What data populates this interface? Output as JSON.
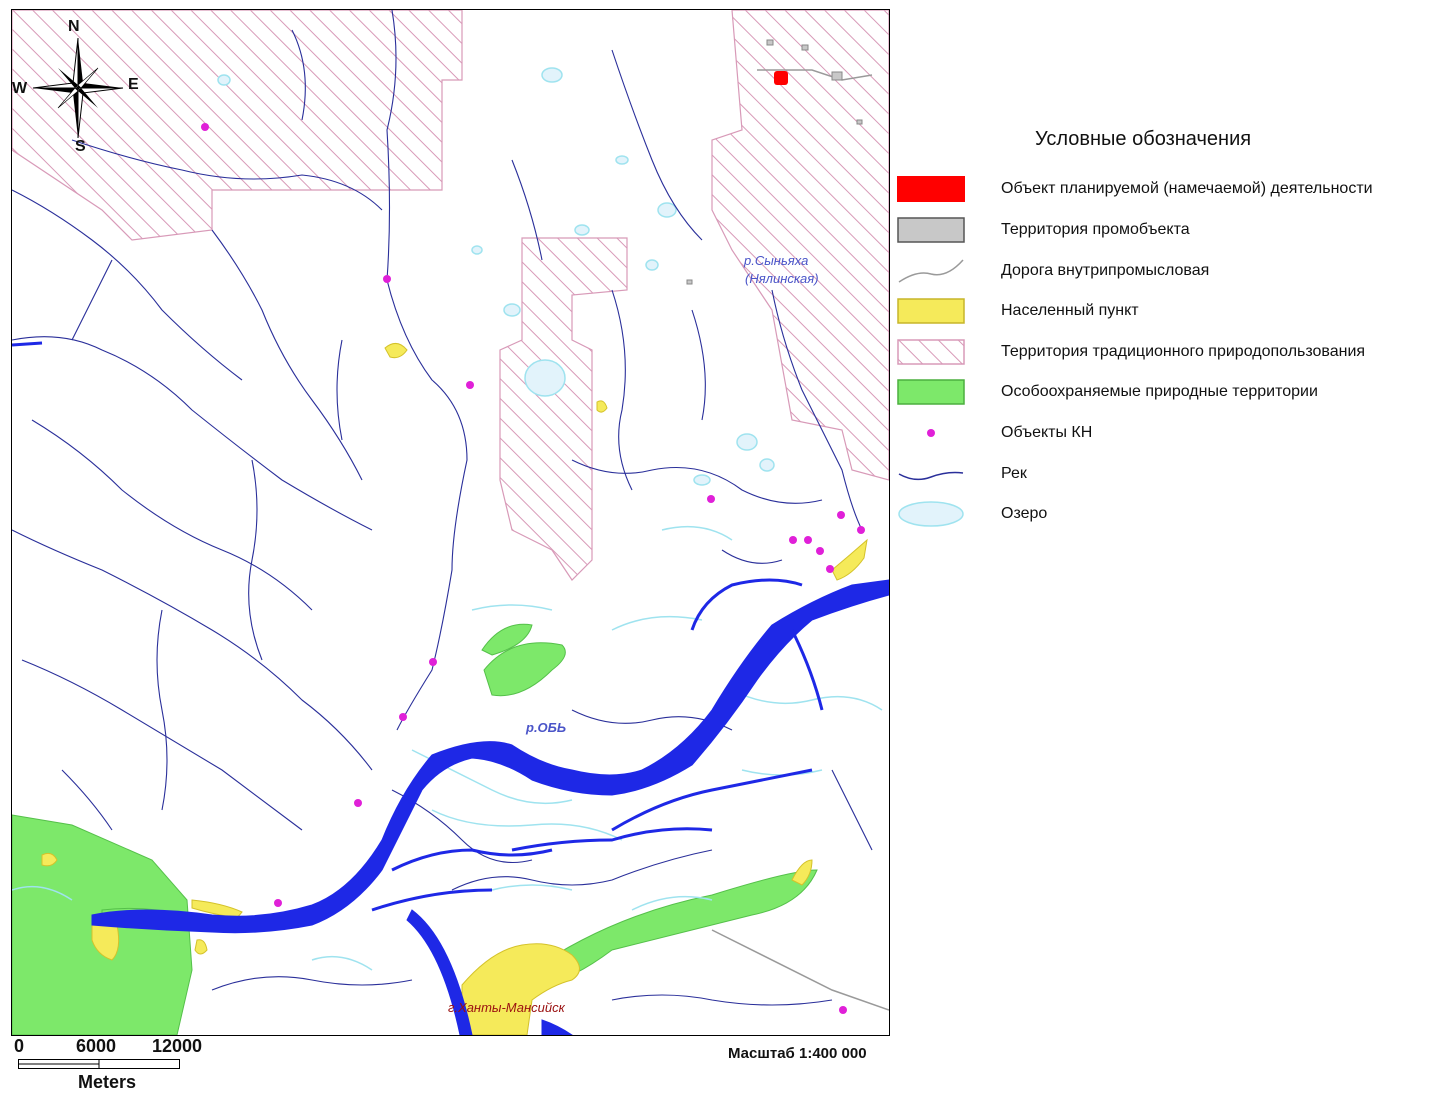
{
  "map": {
    "compass": {
      "n": "N",
      "s": "S",
      "w": "W",
      "e": "E"
    },
    "labels": {
      "river_synyakha_1": "р.Сыньяха",
      "river_synyakha_2": "(Нялинская)",
      "river_ob": "р.ОБЬ",
      "city": "г.Ханты-Мансийск"
    },
    "colors": {
      "planned_object": "#ff0000",
      "industrial_area": "#c8c8c8",
      "road": "#9a9a9a",
      "settlement": "#f5ea5a",
      "traditional_use": "#d89ab8",
      "protected_area": "#7de86a",
      "kn_objects": "#e020d8",
      "rivers": "#2a2f9a",
      "ob_river": "#1e28e6",
      "lakes": "#9fe3ef"
    }
  },
  "legend": {
    "title": "Условные обозначения",
    "items": [
      {
        "label": "Объект планируемой (намечаемой) деятельности",
        "icon": "red-rectangle-icon"
      },
      {
        "label": "Территория промобъекта",
        "icon": "gray-rectangle-icon"
      },
      {
        "label": "Дорога внутрипромысловая",
        "icon": "road-line-icon"
      },
      {
        "label": "Населенный пункт",
        "icon": "yellow-rectangle-icon"
      },
      {
        "label": "Территория традиционного природопользования",
        "icon": "hatched-rectangle-icon"
      },
      {
        "label": "Особоохраняемые природные территории",
        "icon": "green-rectangle-icon"
      },
      {
        "label": "Объекты КН",
        "icon": "magenta-dot-icon"
      },
      {
        "label": "Рек",
        "icon": "river-line-icon"
      },
      {
        "label": "Озеро",
        "icon": "lake-ellipse-icon"
      }
    ]
  },
  "scale": {
    "ticks": [
      "0",
      "6000",
      "12000"
    ],
    "unit": "Meters",
    "ratio_text": "Масштаб 1:400 000"
  }
}
